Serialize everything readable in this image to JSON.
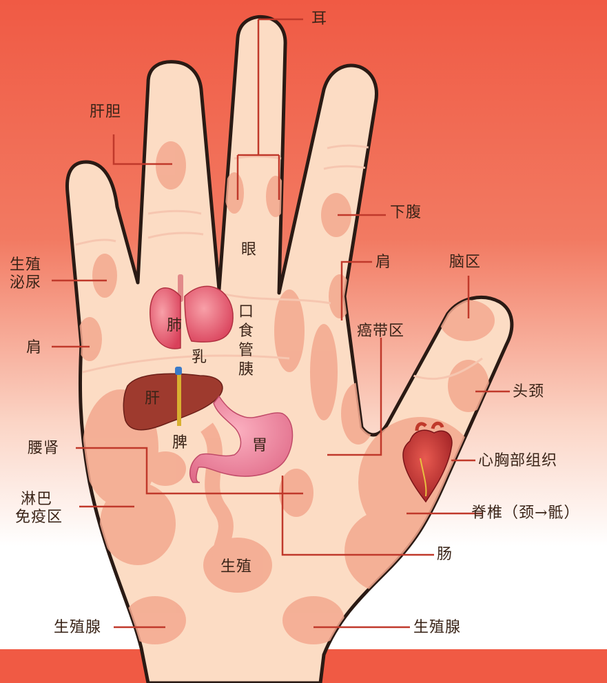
{
  "labels": {
    "er": "耳",
    "gandan": "肝胆",
    "xiafu": "下腹",
    "yan": "眼",
    "shengzhi_mn_1": "生殖",
    "shengzhi_mn_2": "泌尿",
    "jian_left": "肩",
    "jian_right": "肩",
    "naoqu": "脑区",
    "kou": "口",
    "shi": "食",
    "guan": "管",
    "yi": "胰",
    "aidai": "癌带区",
    "touijing": "头颈",
    "yaoshen": "腰肾",
    "xinxiong": "心胸部组织",
    "linba_1": "淋巴",
    "linba_2": "免疫区",
    "jizhui": "脊椎（颈→骶）",
    "chang": "肠",
    "shengzhi_center": "生殖",
    "shengzhixian_left": "生殖腺",
    "shengzhixian_right": "生殖腺"
  },
  "organs": {
    "lung": "肺",
    "breast": "乳",
    "liver": "肝",
    "spleen": "脾",
    "stomach": "胃"
  },
  "colors": {
    "background_top": "#f05a44",
    "background_mid": "#f8b8a4",
    "skin": "#fcdcc4",
    "zone": "#f3a88f",
    "outline": "#2a1a14",
    "bottom_band": "#f05a44",
    "leader_line": "#c0392b"
  }
}
